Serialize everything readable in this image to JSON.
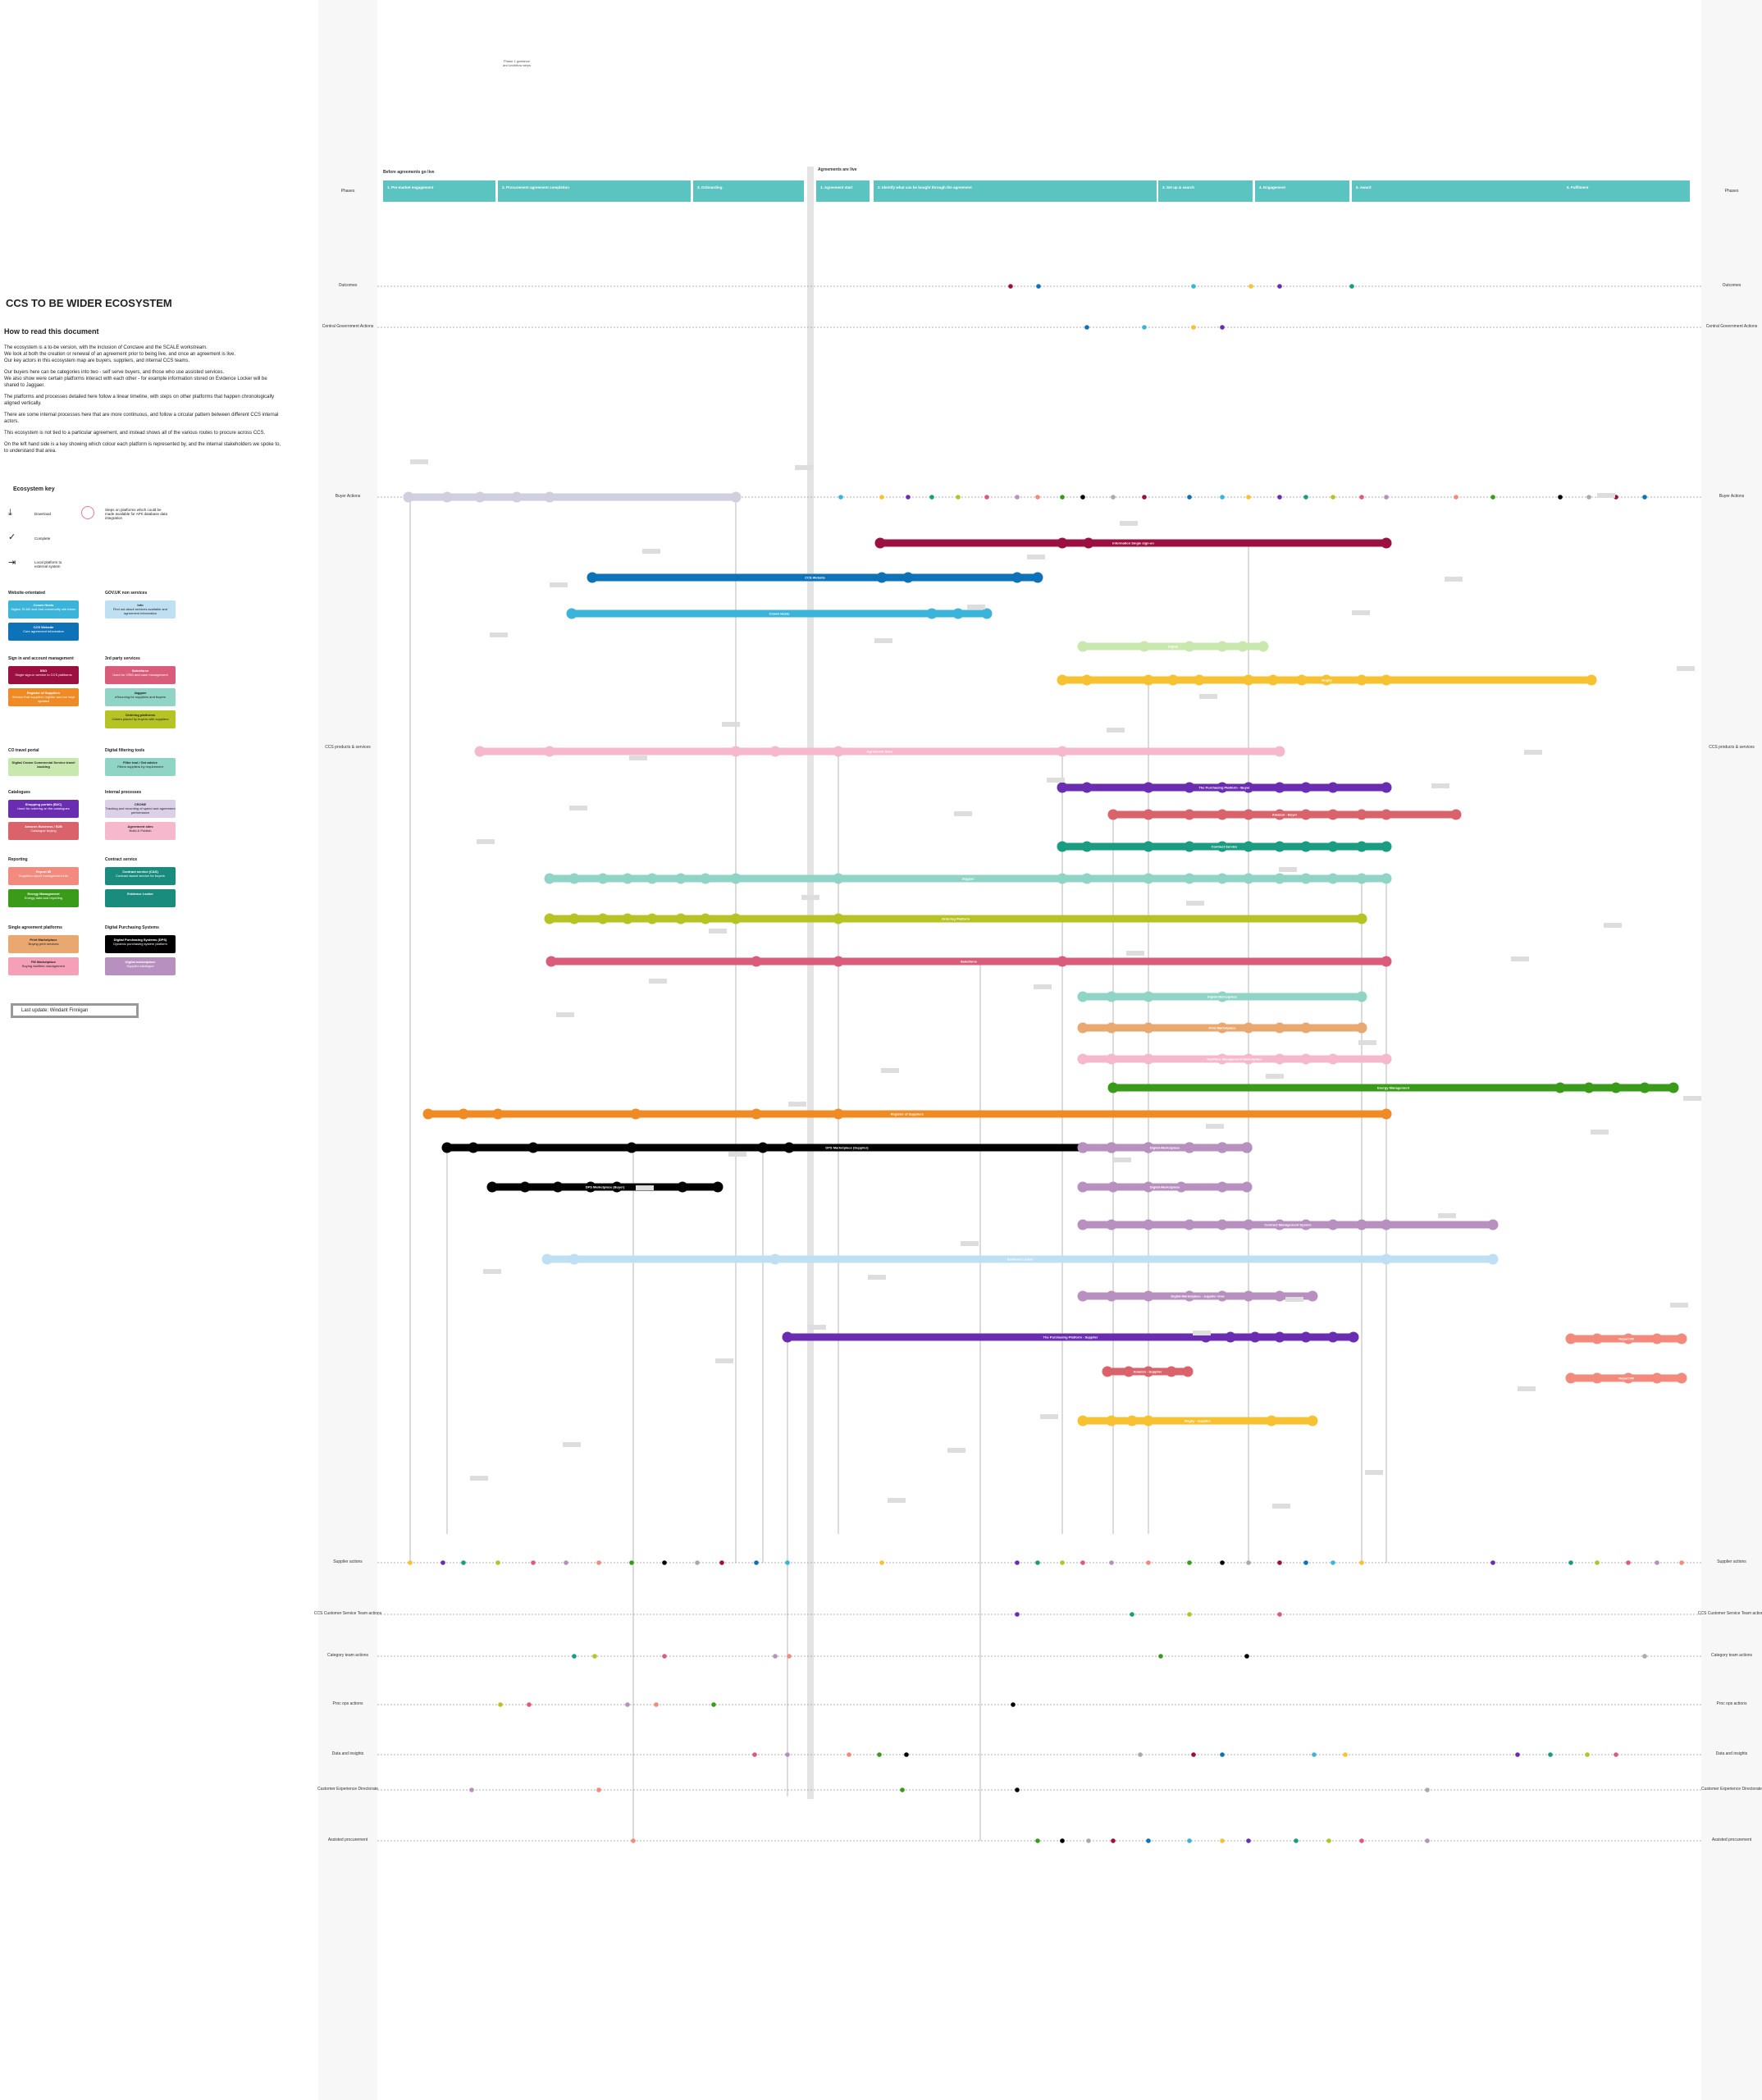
{
  "doc": {
    "title": "CCS TO BE WIDER ECOSYSTEM",
    "how_title": "How to read this document",
    "intro": [
      "The ecosystem is a to-be version, with the inclusion of Conclave and the SCALE workstream.\nWe look at both the creation or renewal of an agreement prior to being live, and once an agreement is live.\nOur key actors in this ecosystem map are buyers, suppliers, and internal CCS teams.",
      "Our buyers here can be categories into two - self serve buyers, and those who use assisted services.\nWe also show were certain platforms interact with each other - for example information stored on Evidence Locker will be shared to Jaggaer.",
      "The platforms and processes detailed here follow a linear timeline, with steps on other platforms that happen chronologically aligned vertically.",
      "There are some internal processes here that are more continuous, and follow a circular pattern between different CCS internal actors.",
      "This ecosystem is not tied to a particular agreement, and instead shows all of the various routes to procure across CCS.",
      "On the left hand side is a key showing which colour each platform is represented by, and the internal stakeholders we spoke to, to understand that area."
    ],
    "last_update": "Last update: Windant Finnigan",
    "top_note": "Phase 1 guidance\nand workflow steps"
  },
  "key": {
    "title": "Ecosystem key",
    "items": [
      {
        "icon": "download-icon",
        "glyph": "⤓",
        "label": "Download"
      },
      {
        "icon": "check-icon",
        "glyph": "✓",
        "label": "Complete"
      },
      {
        "icon": "external-link-icon",
        "glyph": "⇥",
        "label": "Local platform to external system"
      }
    ],
    "circle_note": "Steps on platforms which could be made available for API/ database data integration"
  },
  "legend": [
    {
      "heading": "Website-orientated",
      "col": 0,
      "items": [
        {
          "label": "Crown Hosts",
          "sub": "Digital, ELM2 and Unit commodity site frame",
          "color": "#3ab5d9"
        },
        {
          "label": "CCS Website",
          "sub": "Core agreement information",
          "color": "#0e72b8"
        }
      ]
    },
    {
      "heading": "GOV.UK non services",
      "col": 1,
      "items": [
        {
          "label": "Info",
          "sub": "Find out about services available and agreement information",
          "color": "#bfe0f2",
          "dark": true
        }
      ]
    },
    {
      "heading": "Sign in and account management",
      "col": 0,
      "items": [
        {
          "label": "SSO",
          "sub": "Single sign-in service to CCS platforms",
          "color": "#9b1040"
        },
        {
          "label": "Register of Suppliers",
          "sub": "Service that suppliers register and are kept updated",
          "color": "#f08a24"
        }
      ]
    },
    {
      "heading": "3rd party services",
      "col": 1,
      "items": [
        {
          "label": "Salesforce",
          "sub": "Used for CRM and case management",
          "color": "#d95d7a"
        },
        {
          "label": "Jaggaer",
          "sub": "eSourcing for suppliers and buyers",
          "color": "#8fd4c4",
          "dark": true
        },
        {
          "label": "Ordering platforms",
          "sub": "Orders placed by buyers with suppliers",
          "color": "#b5c424",
          "dark": true
        }
      ]
    },
    {
      "heading": "CO travel portal",
      "col": 0,
      "items": [
        {
          "label": "Digital Crown Commercial Service travel booking",
          "sub": "",
          "color": "#c9e8b0",
          "dark": true
        }
      ]
    },
    {
      "heading": "Digital filtering tools",
      "col": 1,
      "items": [
        {
          "label": "Filter tool / Get advice",
          "sub": "Filters suppliers by requirement",
          "color": "#8fd4c4",
          "dark": true
        }
      ]
    },
    {
      "heading": "Catalogues",
      "col": 0,
      "items": [
        {
          "label": "Shopping portals (B2C)",
          "sub": "Used for ordering on the catalogues",
          "color": "#6a2cb0"
        },
        {
          "label": "Amazon Business / B2B",
          "sub": "Catalogue buying",
          "color": "#d9626b"
        }
      ]
    },
    {
      "heading": "Internal processes",
      "col": 1,
      "items": [
        {
          "label": "CRONE",
          "sub": "Tracking and recording of spend and agreement performance",
          "color": "#dcd0e8",
          "dark": true
        },
        {
          "label": "Agreement sites",
          "sub": "Build & Publish",
          "color": "#f5b8cc",
          "dark": true
        }
      ]
    },
    {
      "heading": "Reporting",
      "col": 0,
      "items": [
        {
          "label": "Report MI",
          "sub": "Suppliers report management info",
          "color": "#f28a7d"
        },
        {
          "label": "Energy Management",
          "sub": "Energy data and reporting",
          "color": "#3a9b1a"
        }
      ]
    },
    {
      "heading": "Contract service",
      "col": 1,
      "items": [
        {
          "label": "Contract service (CAS)",
          "sub": "Contract award service for buyers",
          "color": "#1a8c7e"
        },
        {
          "label": "Evidence Locker",
          "sub": "",
          "color": "#1a8c7e"
        }
      ]
    },
    {
      "heading": "Single agreement platforms",
      "col": 0,
      "items": [
        {
          "label": "Print Marketplace",
          "sub": "Buying print services",
          "color": "#e8a870",
          "dark": true
        },
        {
          "label": "FM Marketplace",
          "sub": "Buying facilities management",
          "color": "#f5a0b8",
          "dark": true
        }
      ]
    },
    {
      "heading": "Digital Purchasing Systems",
      "col": 1,
      "items": [
        {
          "label": "Digital Purchasing Systems (DPS)",
          "sub": "Dynamic purchasing system platform",
          "color": "#000000"
        },
        {
          "label": "Digital marketplace",
          "sub": "Supplier catalogue",
          "color": "#b890bf"
        }
      ]
    }
  ],
  "phases": {
    "before_label": "Before agreements go live",
    "after_label": "Agreements are live",
    "blocks": [
      {
        "title": "1. Pre-market engagement",
        "color": "#5cc4c0"
      },
      {
        "title": "2. Procurement agreement completion",
        "color": "#5cc4c0"
      },
      {
        "title": "3. Onboarding",
        "color": "#5cc4c0"
      },
      {
        "title": "1. Agreement start",
        "color": "#5cc4c0"
      },
      {
        "title": "2. Identify what can be bought through the agreement",
        "color": "#5cc4c0"
      },
      {
        "title": "3. Set up & search",
        "color": "#5cc4c0"
      },
      {
        "title": "4. Engagement",
        "color": "#5cc4c0"
      },
      {
        "title": "5. Award",
        "color": "#5cc4c0"
      },
      {
        "title": "6. Fulfilment",
        "color": "#5cc4c0"
      }
    ]
  },
  "lanes": [
    {
      "id": "phases",
      "label": "Phases"
    },
    {
      "id": "outcomes",
      "label": "Outcomes"
    },
    {
      "id": "central_gov",
      "label": "Central Government Actions"
    },
    {
      "id": "buyer",
      "label": "Buyer Actions"
    },
    {
      "id": "ccs_products",
      "label": "CCS products & services"
    },
    {
      "id": "supplier",
      "label": "Supplier actions"
    },
    {
      "id": "cust_service",
      "label": "CCS Customer Service Team actions"
    },
    {
      "id": "category",
      "label": "Category team actions"
    },
    {
      "id": "proc_ops",
      "label": "Proc ops actions"
    },
    {
      "id": "data",
      "label": "Data and insights"
    },
    {
      "id": "cx",
      "label": "Customer Experience Directorate"
    },
    {
      "id": "assisted",
      "label": "Assisted procurement"
    }
  ],
  "platforms": [
    {
      "name": "",
      "color": "#d0cfe0"
    },
    {
      "name": "Information Single sign-on",
      "color": "#9b1040"
    },
    {
      "name": "CCS Website",
      "color": "#0e72b8"
    },
    {
      "name": "Crown Hosts",
      "color": "#3ab5d9"
    },
    {
      "name": "Digital",
      "color": "#c9e8b0"
    },
    {
      "name": "Rugby",
      "color": "#f7c232"
    },
    {
      "name": "Agreement Sites",
      "color": "#f5b8cc"
    },
    {
      "name": "The Purchasing Platform - Buyer",
      "color": "#6a2cb0"
    },
    {
      "name": "Amazon - Buyer",
      "color": "#d9626b"
    },
    {
      "name": "Contract Service",
      "color": "#1a9c80"
    },
    {
      "name": "Jaggaer",
      "color": "#8fd4c4"
    },
    {
      "name": "Ordering Platform",
      "color": "#b5c424"
    },
    {
      "name": "Salesforce",
      "color": "#d95d7a"
    },
    {
      "name": "Digital Marketplace",
      "color": "#8fd4c4"
    },
    {
      "name": "Print Marketplace",
      "color": "#e8a870"
    },
    {
      "name": "Facilities Management Marketplace",
      "color": "#f5b8cc"
    },
    {
      "name": "Energy Management",
      "color": "#3a9b1a"
    },
    {
      "name": "Register of Suppliers",
      "color": "#f08a24"
    },
    {
      "name": "DPS Marketplace (Supplier)",
      "color": "#000000"
    },
    {
      "name": "Digital Marketplace",
      "color": "#b890bf"
    },
    {
      "name": "DPS Marketplace (Buyer)",
      "color": "#000000"
    },
    {
      "name": "Digital Marketplace",
      "color": "#b890bf"
    },
    {
      "name": "Contract Management System",
      "color": "#b890bf"
    },
    {
      "name": "Evidence Locker",
      "color": "#bfe0f2"
    },
    {
      "name": "Digital Marketplace - supplier view",
      "color": "#b890bf"
    },
    {
      "name": "The Purchasing Platform - Supplier",
      "color": "#6a2cb0"
    },
    {
      "name": "Report MI",
      "color": "#f28a7d"
    },
    {
      "name": "Report MI",
      "color": "#f28a7d"
    },
    {
      "name": "Amazon - Supplier",
      "color": "#d9626b"
    },
    {
      "name": "Rugby - Supplier",
      "color": "#f7c232"
    }
  ]
}
